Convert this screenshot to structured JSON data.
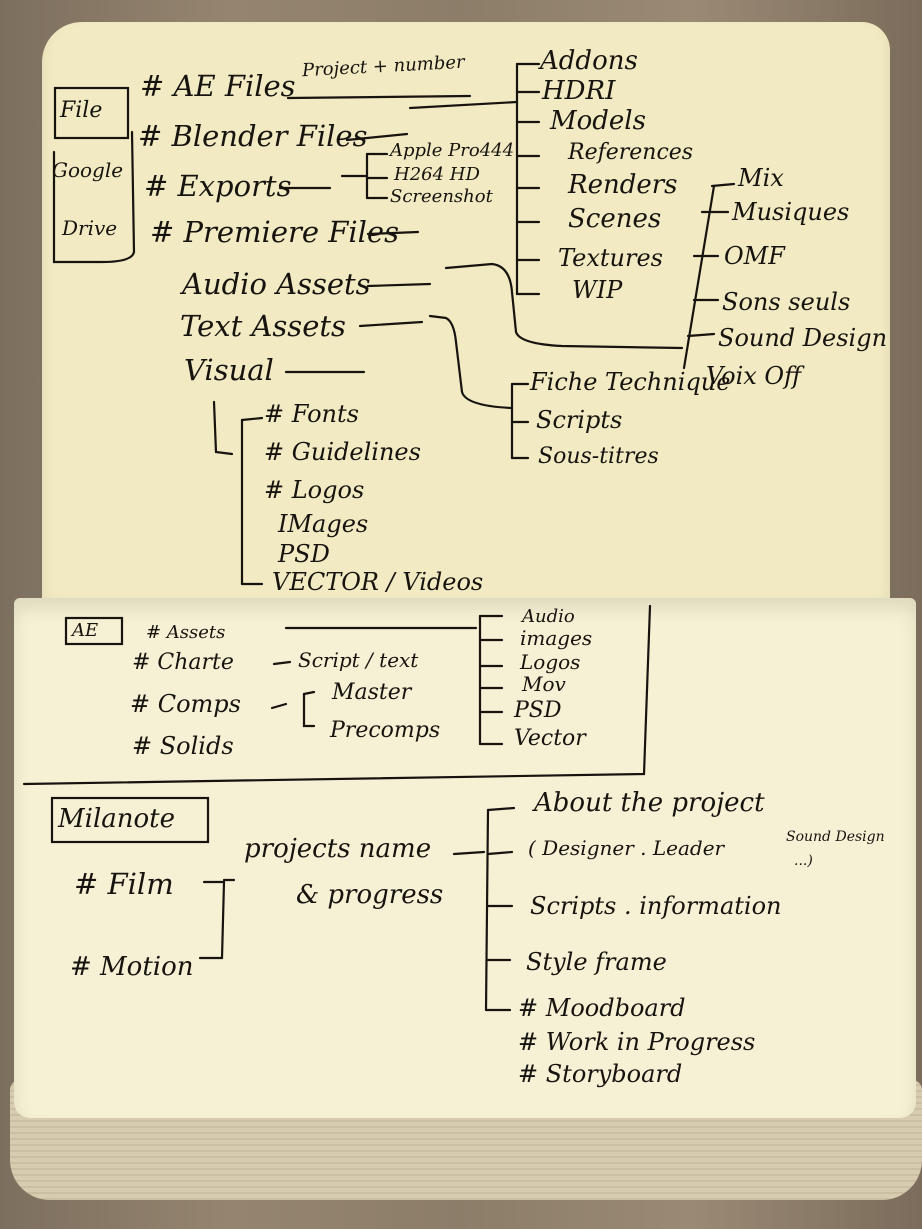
{
  "top_page": {
    "file_label": "File",
    "google_label": "Google",
    "drive_label": "Drive",
    "ae_files": "# AE Files",
    "project_number": "Project + number",
    "blender_files": "# Blender Files",
    "exports": "# Exports",
    "premiere_files": "# Premiere Files",
    "audio_assets": "Audio Assets",
    "text_assets": "Text Assets",
    "visual": "Visual",
    "export_items": [
      "Apple Pro444",
      "H264 HD",
      "Screenshot"
    ],
    "blender_items": [
      "Addons",
      "HDRI",
      "Models",
      "References",
      "Renders",
      "Scenes",
      "Textures",
      "WIP"
    ],
    "audio_items": [
      "Mix",
      "Musiques",
      "OMF",
      "Sons seuls",
      "Sound Design",
      "Voix Off"
    ],
    "text_items": [
      "Fiche Technique",
      "Scripts",
      "Sous-titres"
    ],
    "visual_items": [
      "# Fonts",
      "# Guidelines",
      "# Logos",
      "IMages",
      "PSD",
      "VECTOR / Videos"
    ]
  },
  "bottom_page": {
    "ae_label": "AE",
    "assets": "# Assets",
    "charte": "# Charte",
    "script_text": "Script / text",
    "comps": "# Comps",
    "solids": "# Solids",
    "master": "Master",
    "precomps": "Precomps",
    "ae_asset_items": [
      "Audio",
      "images",
      "Logos",
      "Mov",
      "PSD",
      "Vector"
    ],
    "milanote_label": "Milanote",
    "film": "# Film",
    "motion": "# Motion",
    "projects_name": "projects name",
    "progress": "& progress",
    "milanote_items": {
      "about": "About the project",
      "roles": "( Designer . Leader",
      "sound_design": "Sound Design",
      "ellipsis": "...)",
      "scripts_info": "Scripts . information",
      "style_frame": "Style frame",
      "moodboard": "# Moodboard",
      "work_in_progress": "# Work in Progress",
      "storyboard": "# Storyboard"
    }
  }
}
